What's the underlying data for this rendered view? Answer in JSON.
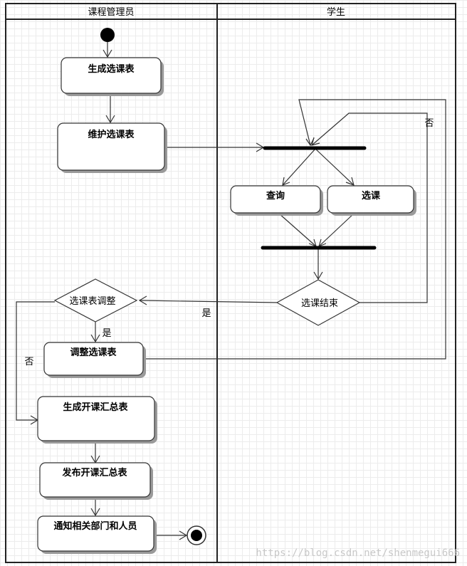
{
  "swimlanes": {
    "admin_title": "课程管理员",
    "student_title": "学生"
  },
  "actions": {
    "generate_form": "生成选课表",
    "maintain_form": "维护选课表",
    "query": "查询",
    "select": "选课",
    "adjust_form": "调整选课表",
    "generate_summary": "生成开课汇总表",
    "publish_summary": "发布开课汇总表",
    "notify": "通知相关部门和人员"
  },
  "decisions": {
    "selection_end": "选课结束",
    "form_adjust": "选课表调整"
  },
  "guards": {
    "no_loop": "否",
    "yes_to_adjust": "是",
    "yes_adjust": "是",
    "no_skip": "否"
  },
  "watermark": "https://blog.csdn.net/shenmegui666"
}
